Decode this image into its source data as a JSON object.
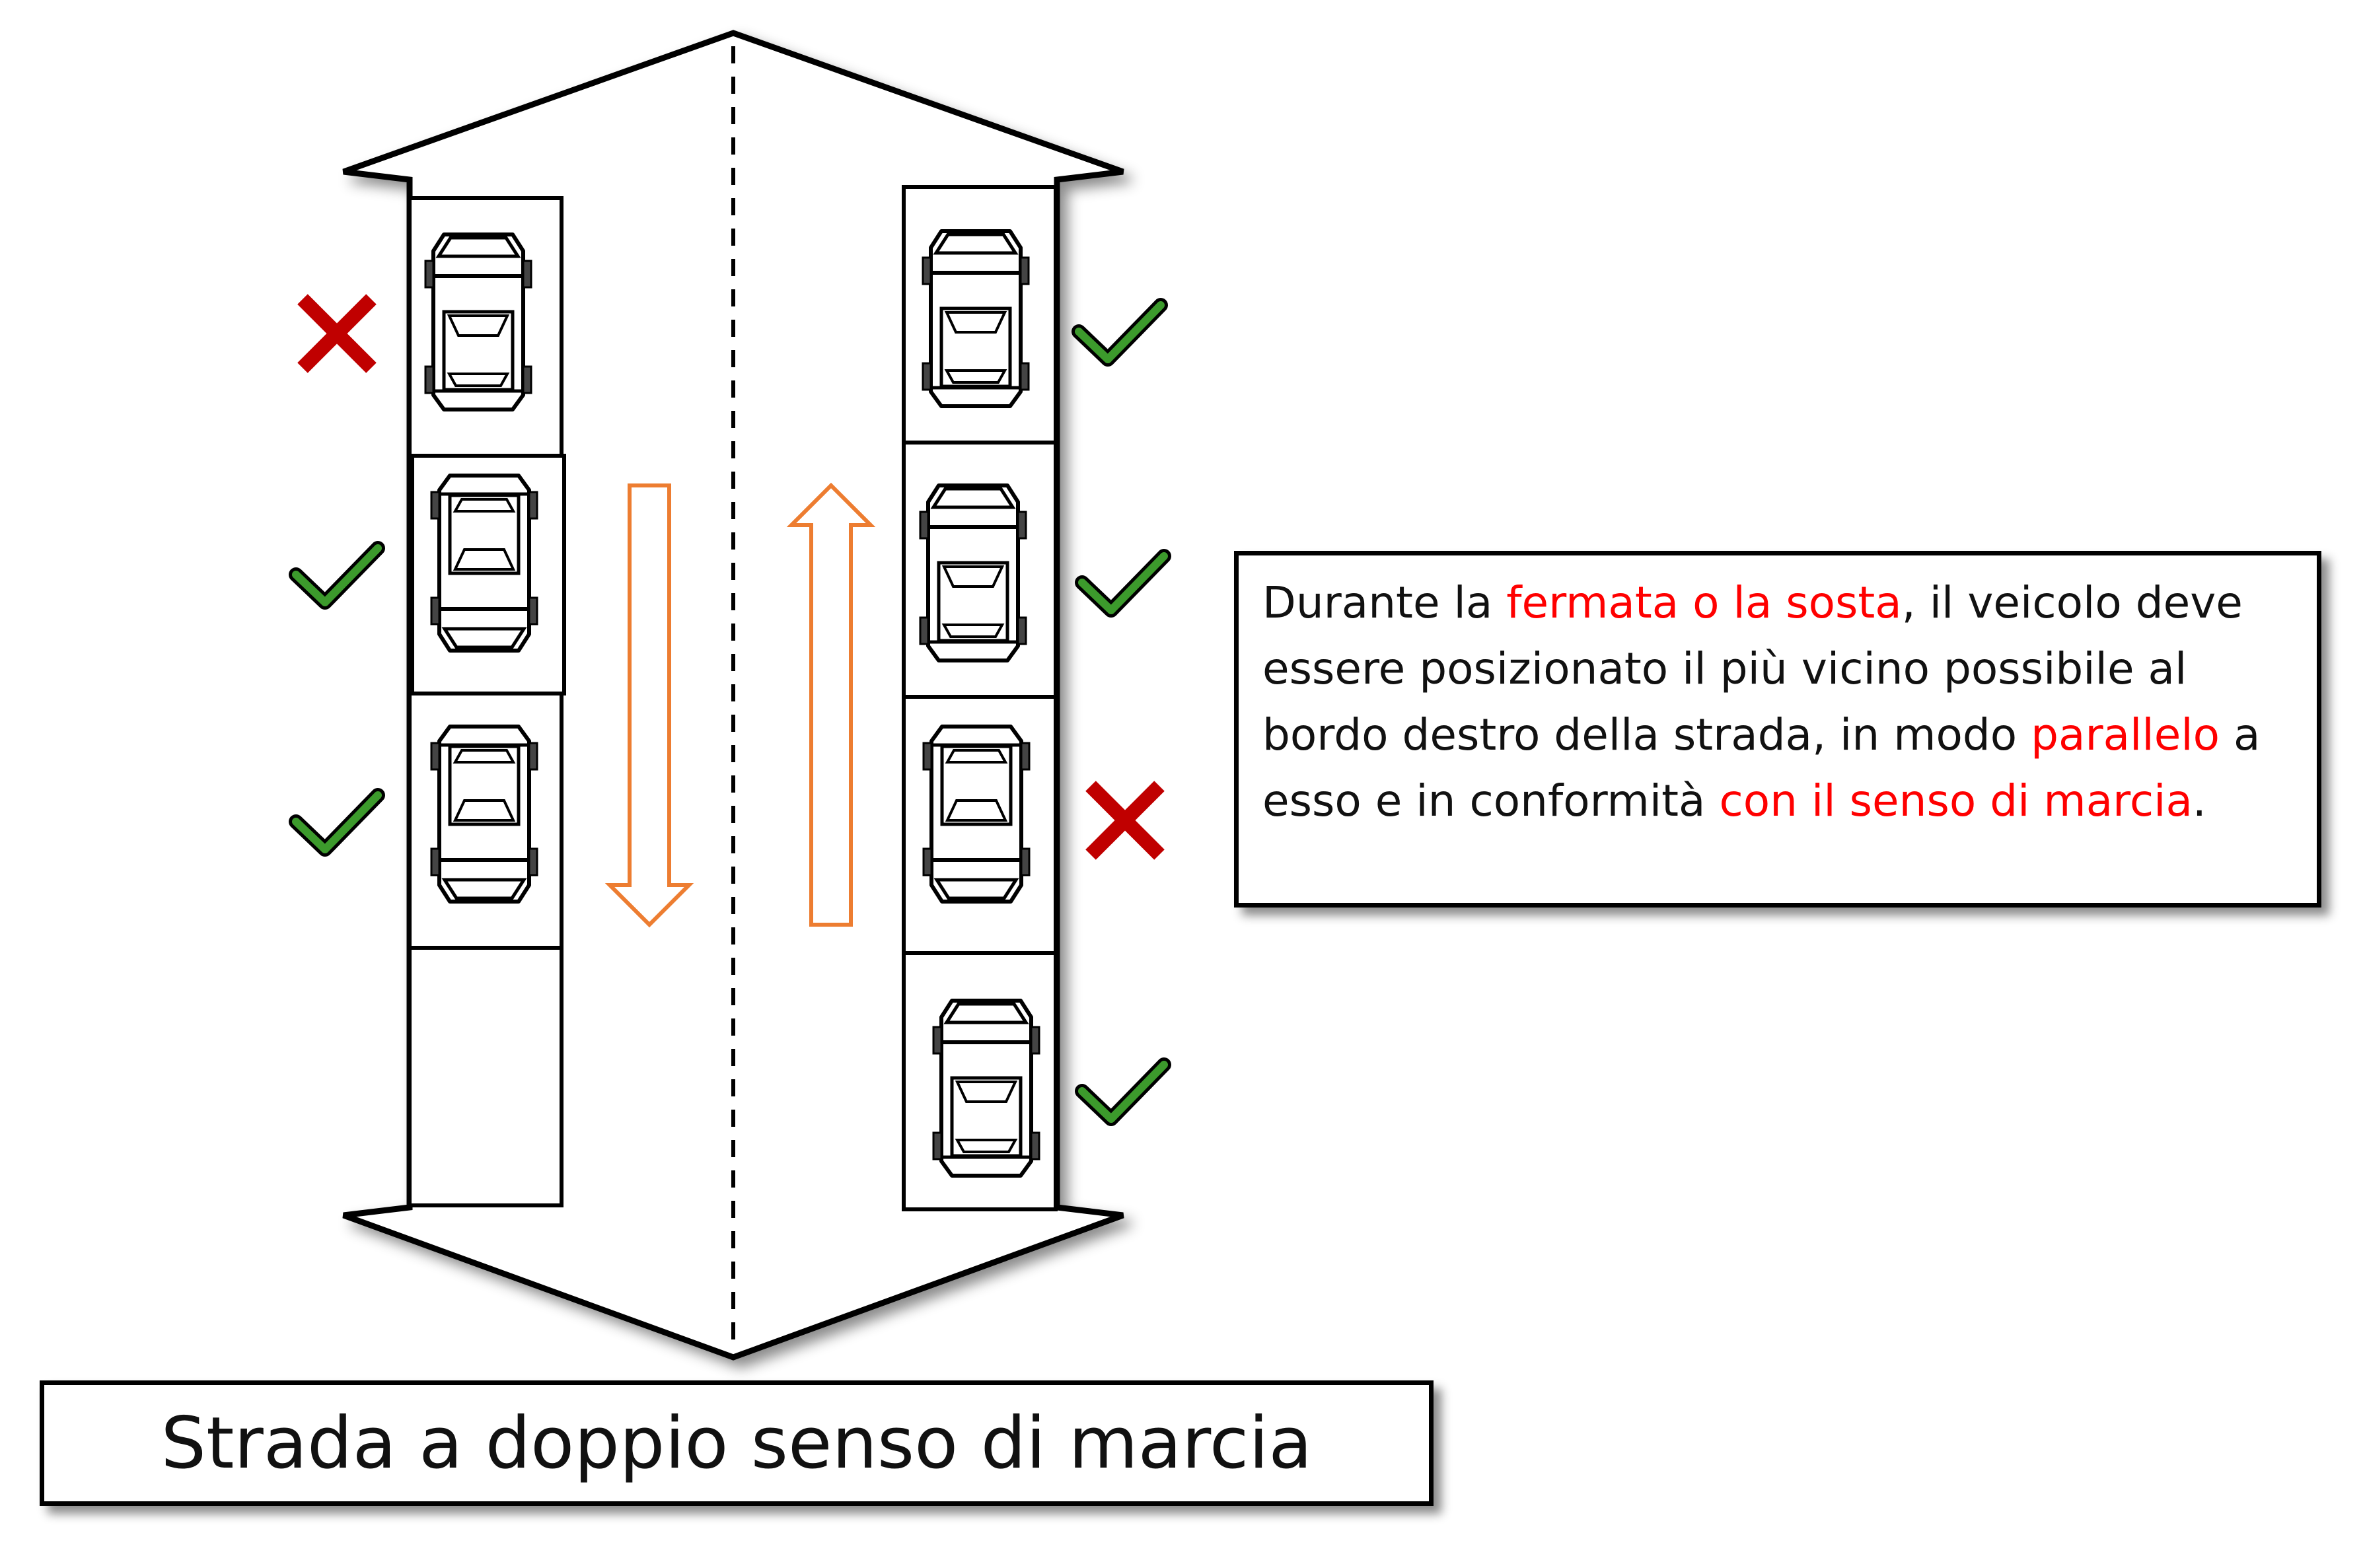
{
  "info": {
    "seg1": "Durante la ",
    "seg2": "fermata o la sosta",
    "seg3": ", il veicolo deve essere posizionato il più vicino possibile al bordo destro della strada, in modo ",
    "seg4": "parallelo",
    "seg5": " a esso e in conformità ",
    "seg6": "con il senso di marcia",
    "seg7": "."
  },
  "title": "Strada a doppio senso di marcia",
  "colors": {
    "highlight": "#ff0000",
    "check": "#3c9a2c",
    "cross": "#c00000",
    "direction_arrow": "#ed7d31"
  },
  "left_slots": [
    {
      "car_facing": "up",
      "mark": "cross-icon"
    },
    {
      "car_facing": "down",
      "mark": "check-icon"
    },
    {
      "car_facing": "down",
      "mark": "check-icon"
    },
    {
      "car_facing": "empty",
      "mark": "none"
    }
  ],
  "right_slots": [
    {
      "car_facing": "up",
      "mark": "check-icon"
    },
    {
      "car_facing": "up",
      "mark": "check-icon"
    },
    {
      "car_facing": "down",
      "mark": "cross-icon"
    },
    {
      "car_facing": "up",
      "mark": "check-icon"
    }
  ],
  "lanes": [
    {
      "side": "left",
      "direction": "down"
    },
    {
      "side": "right",
      "direction": "up"
    }
  ]
}
